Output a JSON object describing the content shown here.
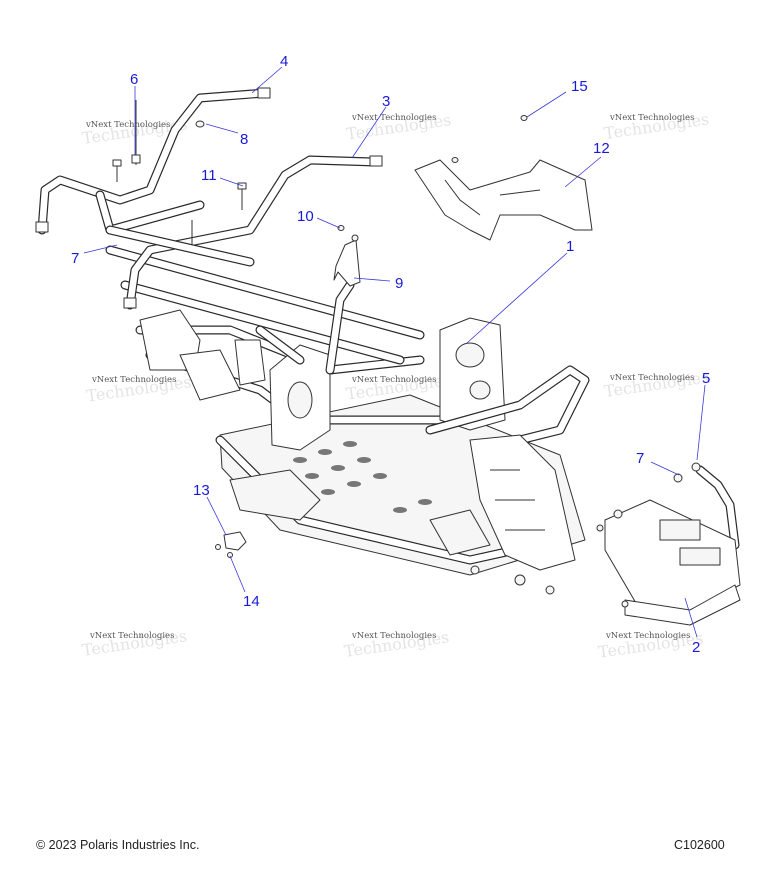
{
  "diagram": {
    "callouts": [
      {
        "id": "1",
        "label": "1"
      },
      {
        "id": "2",
        "label": "2"
      },
      {
        "id": "3",
        "label": "3"
      },
      {
        "id": "4",
        "label": "4"
      },
      {
        "id": "5",
        "label": "5"
      },
      {
        "id": "6",
        "label": "6"
      },
      {
        "id": "7a",
        "label": "7"
      },
      {
        "id": "7b",
        "label": "7"
      },
      {
        "id": "8",
        "label": "8"
      },
      {
        "id": "9",
        "label": "9"
      },
      {
        "id": "10",
        "label": "10"
      },
      {
        "id": "11",
        "label": "11"
      },
      {
        "id": "12",
        "label": "12"
      },
      {
        "id": "13",
        "label": "13"
      },
      {
        "id": "14",
        "label": "14"
      },
      {
        "id": "15",
        "label": "15"
      }
    ],
    "watermark": "vNext Technologies",
    "callout_color": "#1a1ad6"
  },
  "footer": {
    "copyright": "© 2023 Polaris Industries Inc.",
    "code": "C102600"
  }
}
